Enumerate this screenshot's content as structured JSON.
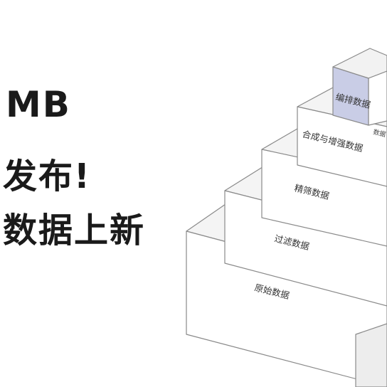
{
  "headline": {
    "line1": "MB",
    "line2": "发布!",
    "line3": "数据上新"
  },
  "pyramid": {
    "top_block": "编排数据",
    "top_side": "数据",
    "level2": "合成与增强数据",
    "level3": "精筛数据",
    "level4": "过滤数据",
    "level5": "原始数据"
  },
  "colors": {
    "top_block_fill": "#c9cde6",
    "block_fill": "#ffffff",
    "block_stroke": "#8a8a8a"
  }
}
